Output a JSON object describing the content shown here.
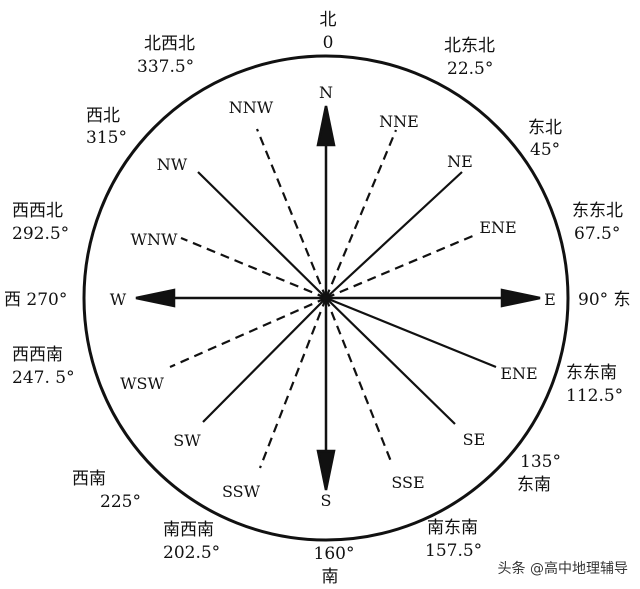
{
  "center_dot": "",
  "outer_labels": {
    "n_cn": "北",
    "n_deg": "0",
    "nne_cn": "北东北",
    "nne_deg": "22.5°",
    "ne_cn": "东北",
    "ne_deg": "45°",
    "ene_cn": "东东北",
    "ene_deg": "67.5°",
    "e": "90° 东",
    "ese_cn": "东东南",
    "ese_deg": "112.5°",
    "se_deg": "135°",
    "se_cn": "东南",
    "sse_cn": "南东南",
    "sse_deg": "157.5°",
    "s_deg": "160°",
    "s_cn": "南",
    "ssw_cn": "南西南",
    "ssw_deg": "202.5°",
    "sw_cn": "西南",
    "sw_deg": "225°",
    "wsw_cn": "西西南",
    "wsw_deg": "247. 5°",
    "w": "西 270°",
    "wnw_cn": "西西北",
    "wnw_deg": "292.5°",
    "nw_cn": "西北",
    "nw_deg": "315°",
    "nnw_cn": "北西北",
    "nnw_deg": "337.5°"
  },
  "inner_labels": {
    "N": "N",
    "NNE": "NNE",
    "NE": "NE",
    "ENE": "ENE",
    "E": "E",
    "ESE": "ENE",
    "SE": "SE",
    "SSE": "SSE",
    "S": "S",
    "SSW": "SSW",
    "SW": "SW",
    "WSW": "WSW",
    "W": "W",
    "WNW": "WNW",
    "NW": "NW",
    "NNW": "NNW"
  },
  "watermark": "头条 @高中地理辅导",
  "colors": {
    "ink": "#111111",
    "background": "#ffffff"
  }
}
